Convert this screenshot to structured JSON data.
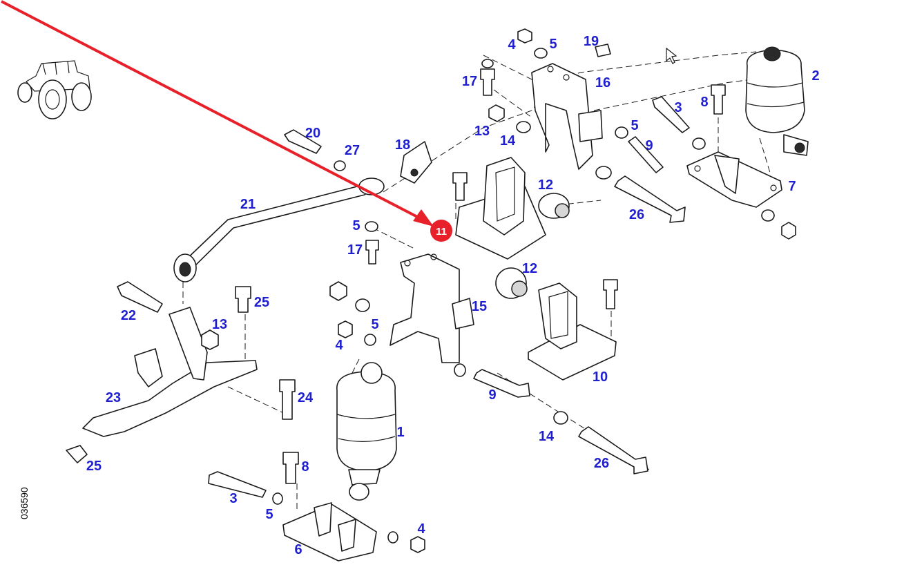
{
  "drawing_code": "036590",
  "label_color": "#1f1fd0",
  "arrow_color": "#e8202a",
  "highlight": {
    "number": "11",
    "color": "#e8202a"
  },
  "callouts": [
    "2",
    "4",
    "5",
    "19",
    "16",
    "17",
    "13",
    "14",
    "3",
    "8",
    "5",
    "9",
    "7",
    "20",
    "27",
    "18",
    "12",
    "26",
    "21",
    "5",
    "17",
    "12",
    "15",
    "22",
    "25",
    "13",
    "4",
    "5",
    "10",
    "23",
    "24",
    "1",
    "9",
    "14",
    "26",
    "25",
    "8",
    "3",
    "5",
    "6",
    "4"
  ]
}
